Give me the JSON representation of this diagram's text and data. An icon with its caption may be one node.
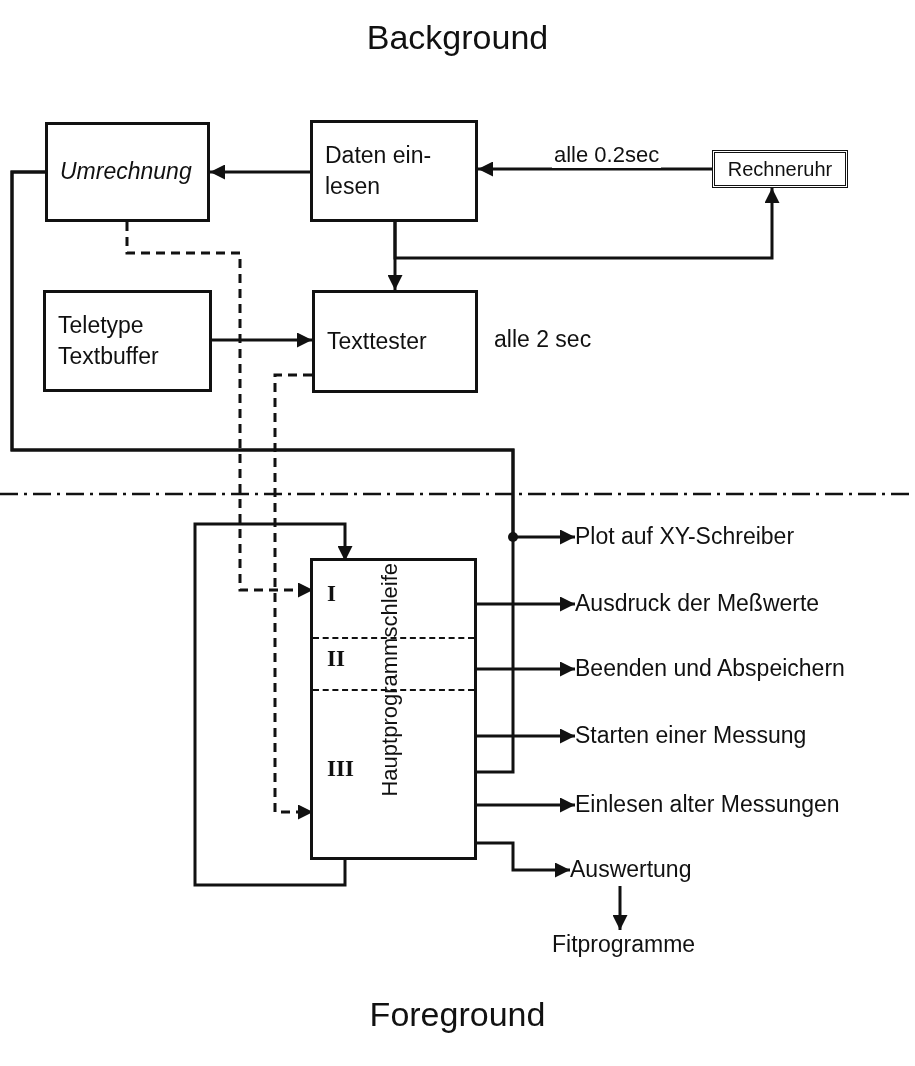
{
  "diagram": {
    "nodes": [
      {
        "text": [
          "Umrechnung"
        ]
      },
      {
        "text": [
          "Daten ein- lesen"
        ]
      },
      {
        "text": [
          "Rechneruhr"
        ]
      },
      {
        "text": [
          "Teletype Textbuffer"
        ]
      },
      {
        "text": [
          "Texttester"
        ],
        "beside": [
          "alle 2 sec"
        ]
      },
      {
        "text": [
          "Hauptprogrammschleife"
        ]
      },
      {
        "text": [
          "I"
        ],
        "in": 5
      },
      {
        "text": [
          "II"
        ],
        "in": 5
      },
      {
        "text": [
          "III"
        ],
        "in": 5
      },
      {
        "text": [
          "Plot auf XY-Schreiber"
        ]
      },
      {
        "text": [
          "Ausdruck der Meßwerte"
        ]
      },
      {
        "text": [
          "Beenden und Abspeichern"
        ]
      },
      {
        "text": [
          "Starten einer Messung"
        ]
      },
      {
        "text": [
          "Einlesen alter Messungen"
        ]
      },
      {
        "text": [
          "Auswertung"
        ]
      },
      {
        "text": [
          "Fitprogramme"
        ]
      }
    ],
    "edges": [
      {
        "from": 1,
        "to": 0,
        "arrow": "to"
      },
      {
        "from": 2,
        "to": 1,
        "arrow": "to",
        "label": "alle 0.2sec"
      },
      {
        "from": 1,
        "to": 4,
        "arrow": "to"
      },
      {
        "from": 1,
        "to": 2,
        "arrow": "to"
      },
      {
        "from": 3,
        "to": 4,
        "arrow": "to"
      },
      {
        "from": 0,
        "to": 6,
        "arrow": "to",
        "style": "dashed"
      },
      {
        "from": 4,
        "to": 8,
        "arrow": "to",
        "style": "dashed"
      },
      {
        "from": 5,
        "to": 0,
        "arrow": "none"
      },
      {
        "from": 0,
        "to": 9,
        "arrow": "to"
      },
      {
        "from": 5,
        "to": 10,
        "arrow": "to"
      },
      {
        "from": 5,
        "to": 11,
        "arrow": "to"
      },
      {
        "from": 5,
        "to": 12,
        "arrow": "to"
      },
      {
        "from": 5,
        "to": 13,
        "arrow": "to"
      },
      {
        "from": 5,
        "to": 14,
        "arrow": "to"
      },
      {
        "from": 8,
        "to": 6,
        "arrow": "to"
      },
      {
        "from": 14,
        "to": 15,
        "arrow": "to"
      }
    ],
    "labels": [
      "Background",
      "Foreground"
    ]
  }
}
